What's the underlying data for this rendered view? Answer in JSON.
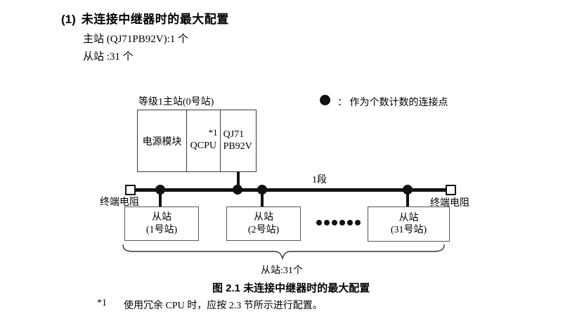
{
  "header": {
    "heading_prefix": "(1)",
    "heading_title": "未连接中继器时的最大配置",
    "master_count_line": "主站 (QJ71PB92V):1 个",
    "slave_count_line": "从站 :31 个"
  },
  "diagram": {
    "master_station_label": "等级1主站(0号站)",
    "master_modules": {
      "power": "电源模块",
      "cpu": "QCPU",
      "cpu_note": "*1",
      "pb_line1": "QJ71",
      "pb_line2": "PB92V"
    },
    "legend_text": "： 作为个数计数的连接点",
    "segment_label": "1段",
    "terminator_left_label": "终端电阻",
    "terminator_right_label": "终端电阻",
    "slaves": [
      {
        "line1": "从站",
        "line2": "(1号站)"
      },
      {
        "line1": "从站",
        "line2": "(2号站)"
      },
      {
        "line1": "从站",
        "line2": "(31号站)"
      }
    ],
    "brace_label": "从站:31个"
  },
  "caption": "图 2.1 未连接中继器时的最大配置",
  "footnote": {
    "marker": "*1",
    "text": "使用冗余 CPU 时，应按 2.3 节所示进行配置。"
  },
  "colors": {
    "ink": "#000000",
    "line": "#111111",
    "box_border": "#3a3a3a",
    "background": "#ffffff"
  }
}
